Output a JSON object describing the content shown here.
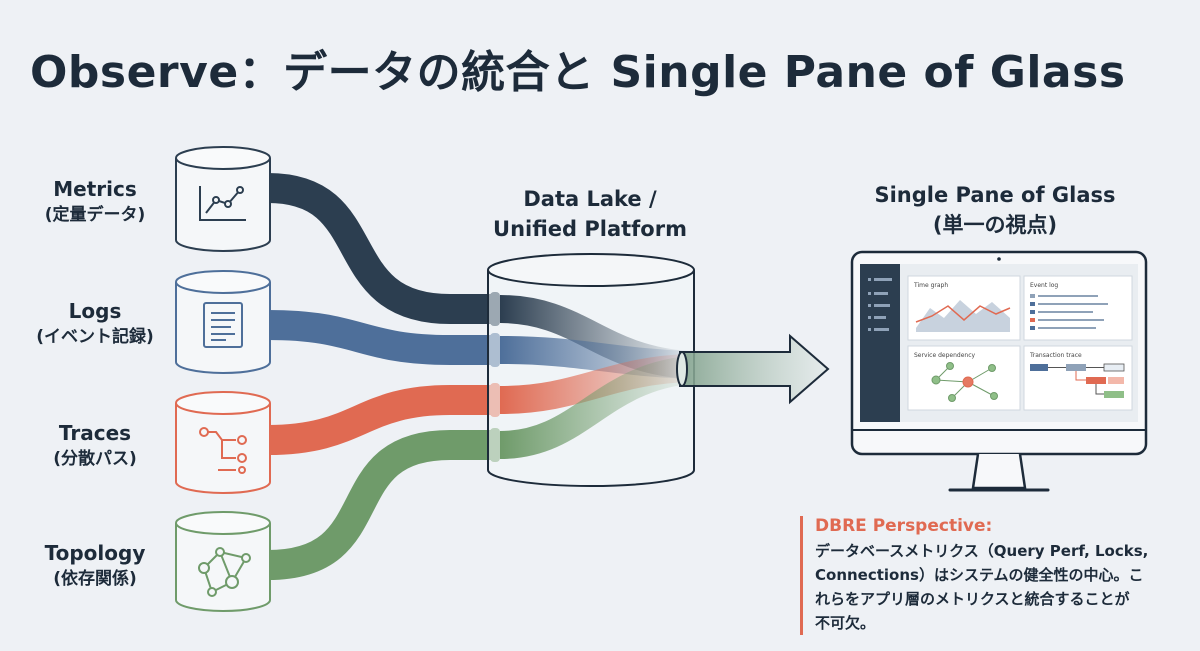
{
  "title": "Observe：データの統合と Single Pane of Glass",
  "sources": [
    {
      "label": "Metrics",
      "sub": "(定量データ)",
      "color": "#2c3e50",
      "icon": "line-chart-icon"
    },
    {
      "label": "Logs",
      "sub": "(イベント記録)",
      "color": "#4e6f9a",
      "icon": "document-icon"
    },
    {
      "label": "Traces",
      "sub": "(分散パス)",
      "color": "#e06a52",
      "icon": "trace-path-icon"
    },
    {
      "label": "Topology",
      "sub": "(依存関係)",
      "color": "#6f9b6a",
      "icon": "network-graph-icon"
    }
  ],
  "center": {
    "line1": "Data Lake /",
    "line2": "Unified Platform"
  },
  "glass": {
    "line1": "Single Pane of Glass",
    "line2": "(単一の視点)"
  },
  "dashboard_panels": [
    {
      "label": "Time graph"
    },
    {
      "label": "Event log"
    },
    {
      "label": "Service dependency"
    },
    {
      "label": "Transaction trace"
    }
  ],
  "perspective": {
    "heading": "DBRE Perspective:",
    "line1": "データベースメトリクス（Query Perf, Locks,",
    "line2": "Connections）はシステムの健全性の中心。こ",
    "line3": "れらをアプリ層のメトリクスと統合することが",
    "line4": "不可欠。"
  }
}
